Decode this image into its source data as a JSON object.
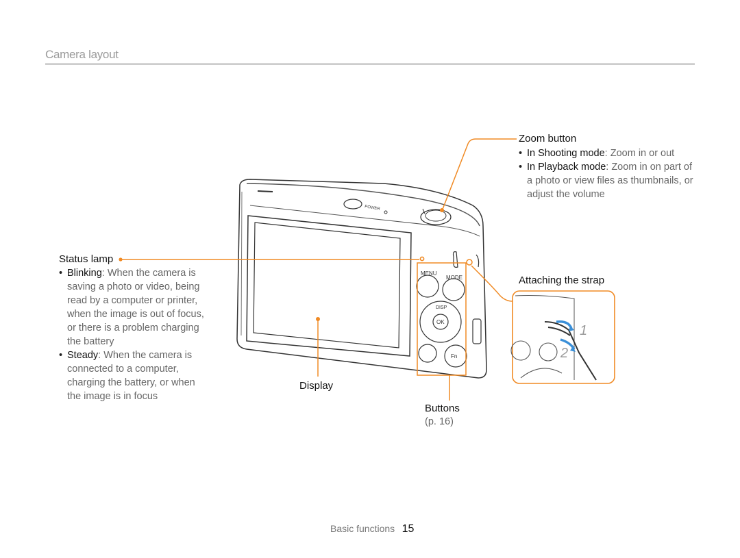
{
  "section": {
    "title": "Camera layout"
  },
  "zoom": {
    "label": "Zoom button",
    "items": [
      {
        "term": "In Shooting mode",
        "desc": ": Zoom in or out"
      },
      {
        "term": "In Playback mode",
        "desc": ": Zoom in on part of a photo or view files as thumbnails, or adjust the volume"
      }
    ]
  },
  "status": {
    "label": "Status lamp",
    "items": [
      {
        "term": "Blinking",
        "desc": ": When the camera is saving a photo or video, being read by a computer or printer, when the image is out of focus, or there is a problem charging the battery"
      },
      {
        "term": "Steady",
        "desc": ": When the camera is connected to a computer, charging the battery, or when the image is in focus"
      }
    ]
  },
  "strap": {
    "label": "Attaching the strap",
    "step1": "1",
    "step2": "2"
  },
  "display": {
    "label": "Display"
  },
  "buttons": {
    "label": "Buttons",
    "ref": "(p. 16)"
  },
  "camera": {
    "power": "POWER",
    "menu": "MENU",
    "mode": "MODE",
    "disp": "DISP",
    "ok": "OK",
    "fn": "Fn"
  },
  "footer": {
    "text": "Basic functions",
    "page": "15"
  },
  "colors": {
    "accent": "#f08a24",
    "strap_arrow": "#3a8fd8"
  }
}
